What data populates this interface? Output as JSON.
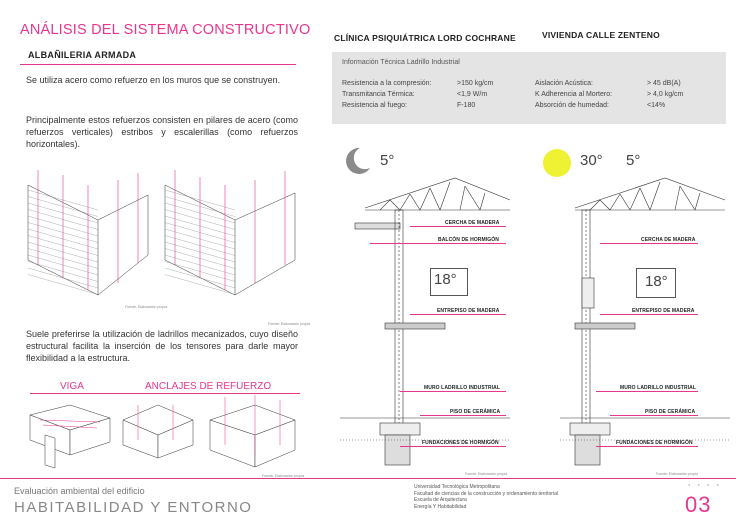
{
  "header": {
    "title": "ANÁLISIS DEL SISTEMA CONSTRUCTIVO",
    "subtitle": "ALBAÑILERIA ARMADA"
  },
  "left": {
    "para1": "Se utiliza acero como refuerzo en los muros que se construyen.",
    "para2": "Principalmente estos refuerzos consisten en pilares de acero (como refuerzos verticales) estribos y escalerillas (como refuerzos horizontales).",
    "para3": "Suele preferirse la utilización de ladrillos mecanizados, cuyo diseño estructural facilita la inserción de los tensores para darle mayor flexibilidad a la estructura.",
    "source": "Fuente: Elaboración propia",
    "viga_label": "VIGA",
    "anclajes_label": "ANCLAJES DE REFUERZO"
  },
  "projects": {
    "left_title": "CLÍNICA PSIQUIÁTRICA LORD COCHRANE",
    "right_title": "VIVIENDA CALLE ZENTENO"
  },
  "info": {
    "heading": "Información Técnica Ladrillo Industrial",
    "rows_left": [
      {
        "label": "Resistencia a la compresión:",
        "value": ">150 kg/cm"
      },
      {
        "label": "Transmitancia Térmica:",
        "value": "<1,9 W/m"
      },
      {
        "label": "Resistencia al fuego:",
        "value": "F-180"
      }
    ],
    "rows_right": [
      {
        "label": "Aislación Acústica:",
        "value": "> 45 dB(A)"
      },
      {
        "label": "K Adherencia al Mortero:",
        "value": "> 4,0 kg/cm"
      },
      {
        "label": "Absorción de humedad:",
        "value": "<14%"
      }
    ]
  },
  "sections": {
    "left_outdoor_temp": "5°",
    "left_indoor_temp": "18°",
    "right_outdoor_temp_a": "30°",
    "right_outdoor_temp_b": "5°",
    "right_indoor_temp": "18°",
    "left_labels": [
      "CERCHA DE MADERA",
      "BALCÓN DE HORMIGÓN",
      "ENTREPISO DE MADERA",
      "MURO LADRILLO INDUSTRIAL",
      "PISO DE CERÁMICA",
      "FUNDACIONES DE HORMIGÓN"
    ],
    "right_labels": [
      "CERCHA DE MADERA",
      "ENTREPISO DE MADERA",
      "MURO LADRILLO INDUSTRIAL",
      "PISO DE CERÁMICA",
      "FUNDACIONES DE HORMIGÓN"
    ],
    "moon_icon": "moon-icon",
    "sun_icon": "sun-icon",
    "sun_color": "#eef232",
    "moon_color": "#8a8a8a"
  },
  "footer": {
    "small": "Evaluación ambiental del edificio",
    "big": "HABITABILIDAD Y ENTORNO",
    "uni_lines": [
      "Universidad Tecnológica Metropolitana",
      "Facultad de ciencias de la construcción y ordenamiento territorial",
      "Escuela de Arquitectura",
      "Energía Y Habitabilidad"
    ],
    "page": "03"
  },
  "colors": {
    "accent": "#e8368f",
    "box": "#e4e4e4"
  }
}
